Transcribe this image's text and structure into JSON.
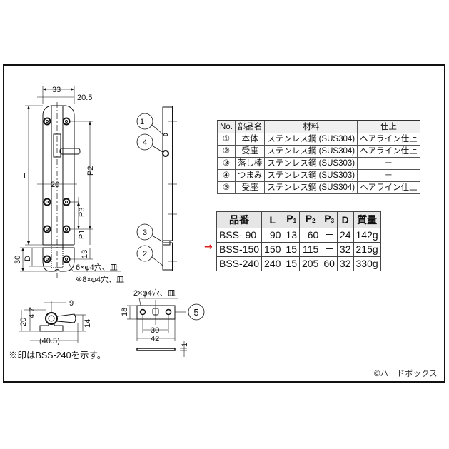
{
  "parts_table": {
    "headers": [
      "No.",
      "部品名",
      "材料",
      "仕上"
    ],
    "rows": [
      {
        "no": "①",
        "name": "本体",
        "material": "ステンレス鋼 (SUS304)",
        "finish": "ヘアライン仕上"
      },
      {
        "no": "②",
        "name": "受座",
        "material": "ステンレス鋼 (SUS304)",
        "finish": "ヘアライン仕上"
      },
      {
        "no": "③",
        "name": "落し棒",
        "material": "ステンレス鋼 (SUS303)",
        "finish": "－"
      },
      {
        "no": "④",
        "name": "つまみ",
        "material": "ステンレス鋼 (SUS303)",
        "finish": "－"
      },
      {
        "no": "⑤",
        "name": "受座",
        "material": "ステンレス鋼 (SUS304)",
        "finish": "ヘアライン仕上"
      }
    ]
  },
  "spec_table": {
    "headers": {
      "model": "品番",
      "L": "L",
      "P1": "P",
      "P1_sub": "1",
      "P2": "P",
      "P2_sub": "2",
      "P3": "P",
      "P3_sub": "3",
      "D": "D",
      "mass": "質量"
    },
    "rows": [
      {
        "model": "BSS- 90",
        "L": "90",
        "P1": "13",
        "P2": "60",
        "P3": "－",
        "D": "24",
        "mass": "142g",
        "highlighted": false
      },
      {
        "model": "BSS-150",
        "L": "150",
        "P1": "15",
        "P2": "115",
        "P3": "－",
        "D": "32",
        "mass": "215g",
        "highlighted": true
      },
      {
        "model": "BSS-240",
        "L": "240",
        "P1": "15",
        "P2": "205",
        "P3": "60",
        "D": "32",
        "mass": "330g",
        "highlighted": false
      }
    ],
    "highlight_arrow": "→",
    "highlight_color": "#d9201d"
  },
  "front_view": {
    "dim_width": "33",
    "dim_offset": "20.5",
    "dim_L": "L",
    "dim_P2": "P2",
    "dim_20": "20",
    "dim_P3": "P3",
    "dim_P1": "P1",
    "dim_13": "13",
    "dim_30": "30",
    "dim_D": "D",
    "hole_note_1": "6×φ4穴、皿",
    "hole_note_2": "※8×φ4穴、皿"
  },
  "side_view": {
    "callouts": [
      "1",
      "4",
      "3",
      "2"
    ]
  },
  "end_view": {
    "dim_9": "9",
    "dim_4_7": "4.7",
    "dim_20": "20",
    "dim_14": "14",
    "dim_40_5": "(40.5)"
  },
  "strike_plate": {
    "hole_note": "2×φ4穴、皿",
    "dim_18": "18",
    "dim_30": "30",
    "dim_42": "42",
    "dim_1": "1",
    "callout": "5"
  },
  "footnote": "※印はBSS-240を示す。",
  "copyright": "©ハードボックス"
}
